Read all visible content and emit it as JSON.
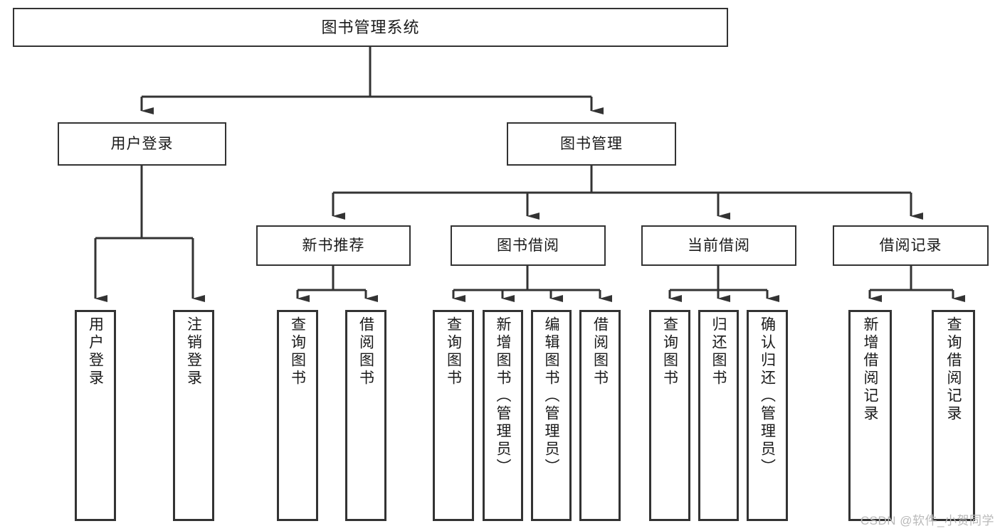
{
  "diagram": {
    "title": "图书管理系统",
    "type": "tree",
    "watermark": "CSDN @软件_小贺同学",
    "colors": {
      "stroke": "#333333",
      "box_fill": "#ffffff",
      "text": "#1a1a1a",
      "watermark": "#b9b9b9",
      "background": "#ffffff"
    },
    "root": {
      "label": "图书管理系统"
    },
    "level1": [
      {
        "label": "用户登录"
      },
      {
        "label": "图书管理"
      }
    ],
    "level2": [
      {
        "label": "新书推荐"
      },
      {
        "label": "图书借阅"
      },
      {
        "label": "当前借阅"
      },
      {
        "label": "借阅记录"
      }
    ],
    "leaves": {
      "user_login": [
        {
          "label": "用户登录"
        },
        {
          "label": "注销登录"
        }
      ],
      "new_book_recommend": [
        {
          "label": "查询图书"
        },
        {
          "label": "借阅图书"
        }
      ],
      "book_borrow": [
        {
          "label": "查询图书"
        },
        {
          "label": "新增图书（管理员）"
        },
        {
          "label": "编辑图书（管理员）"
        },
        {
          "label": "借阅图书"
        }
      ],
      "current_borrow": [
        {
          "label": "查询图书"
        },
        {
          "label": "归还图书"
        },
        {
          "label": "确认归还（管理员）"
        }
      ],
      "borrow_record": [
        {
          "label": "新增借阅记录"
        },
        {
          "label": "查询借阅记录"
        }
      ]
    }
  }
}
